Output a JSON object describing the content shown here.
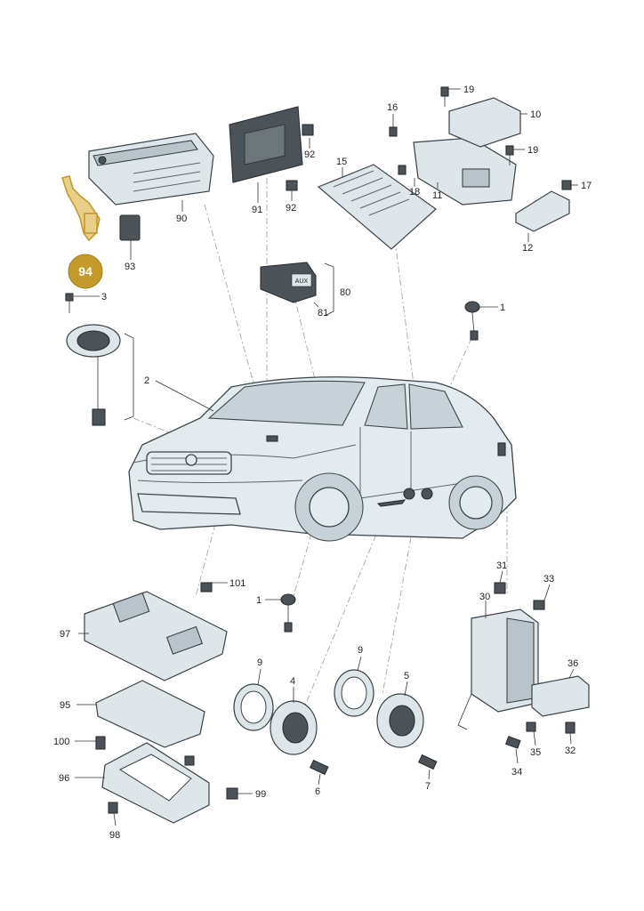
{
  "labels": {
    "l1a": "1",
    "l1b": "1",
    "l2": "2",
    "l3": "3",
    "l4": "4",
    "l5": "5",
    "l6": "6",
    "l7": "7",
    "l9a": "9",
    "l9b": "9",
    "l10": "10",
    "l11": "11",
    "l12": "12",
    "l15": "15",
    "l16": "16",
    "l17": "17",
    "l18": "18",
    "l19a": "19",
    "l19b": "19",
    "l30": "30",
    "l31": "31",
    "l32": "32",
    "l33": "33",
    "l34": "34",
    "l35": "35",
    "l36": "36",
    "l80": "80",
    "l81": "81",
    "l90": "90",
    "l91": "91",
    "l92a": "92",
    "l92b": "92",
    "l93": "93",
    "l95": "95",
    "l96": "96",
    "l97": "97",
    "l98": "98",
    "l99": "99",
    "l100": "100",
    "l101": "101"
  },
  "highlight": {
    "label": "94",
    "color": "#c49a2a"
  },
  "aux_badge": "AUX",
  "colors": {
    "part_fill": "#dfe6ea",
    "outline": "#3a4247",
    "highlight": "#e8d08a"
  }
}
